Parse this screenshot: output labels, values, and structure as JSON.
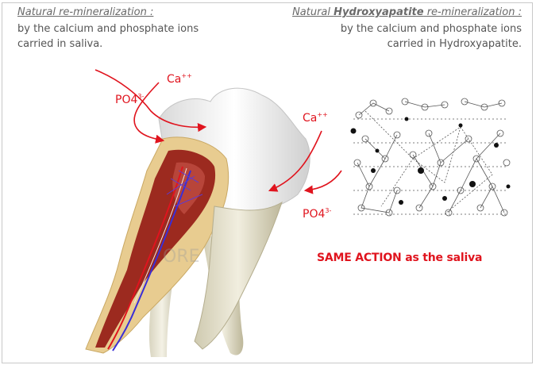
{
  "left": {
    "title": "Natural re-mineralization :",
    "line1": "by the calcium and phosphate ions",
    "line2": "carried in saliva."
  },
  "right": {
    "title_prefix": "Natural ",
    "title_bold": "Hydroxyapatite",
    "title_suffix": " re-mineralization :",
    "line1": "by the calcium and phosphate ions",
    "line2": "carried in Hydroxyapatite."
  },
  "ions": {
    "ca_left": "Ca",
    "ca_left_charge": "++",
    "po4_left": "PO4",
    "po4_left_charge": "3-",
    "ca_right": "Ca",
    "ca_right_charge": "++",
    "po4_right": "PO4",
    "po4_right_charge": "3-"
  },
  "caption": "SAME ACTION as the saliva",
  "colors": {
    "arrow": "#e0141e",
    "title_text": "#6a6a6a",
    "body_text": "#555555",
    "pulp": "#9c2a1f",
    "dentin": "#e8cc90"
  }
}
